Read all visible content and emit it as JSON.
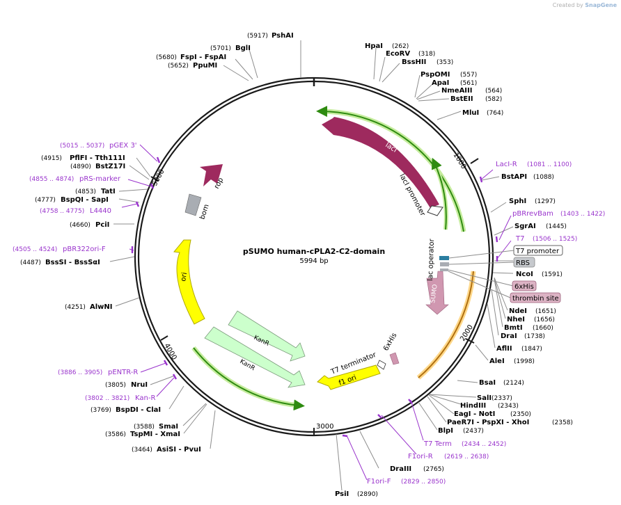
{
  "watermark": {
    "prefix": "Created by",
    "brand": "SnapGene"
  },
  "plasmid": {
    "name": "pSUMO human-cPLA2-C2-domain",
    "length": "5994 bp"
  },
  "ticks": [
    "1000",
    "2000",
    "3000",
    "4000",
    "5000"
  ],
  "features": {
    "lacI": "lacI",
    "lacI_promoter": "lacI promoter",
    "lac_operator": "lac operator",
    "sumo": "SUMO",
    "rop": "rop",
    "bom": "bom",
    "ori": "ori",
    "kanr_1": "KanR",
    "kanr_2": "KanR",
    "t7_terminator": "T7 terminator",
    "his_tag": "6xHis",
    "f1_ori": "f1 ori"
  },
  "tags": {
    "t7_promoter": "T7 promoter",
    "rbs": "RBS",
    "his6": "6xHis",
    "thrombin": "thrombin site"
  },
  "sites": {
    "pshai": {
      "name": "PshAI",
      "pos": "(5917)"
    },
    "bgli": {
      "name": "BglI",
      "pos": "(5701)"
    },
    "fspi": {
      "name": "FspI  - FspAI",
      "pos": "(5680)"
    },
    "pumi": {
      "name": "PpuMI",
      "pos": "(5652)"
    },
    "hpai": {
      "name": "HpaI",
      "pos": "(262)"
    },
    "ecorv": {
      "name": "EcoRV",
      "pos": "(318)"
    },
    "bsshii": {
      "name": "BssHII",
      "pos": "(353)"
    },
    "pspomi": {
      "name": "PspOMI",
      "pos": "(557)"
    },
    "apai": {
      "name": "ApaI",
      "pos": "(561)"
    },
    "nmeaiii": {
      "name": "NmeAIII",
      "pos": "(564)"
    },
    "bsteii": {
      "name": "BstEII",
      "pos": "(582)"
    },
    "mlui": {
      "name": "MluI",
      "pos": "(764)"
    },
    "bstapi": {
      "name": "BstAPI",
      "pos": "(1088)"
    },
    "sphi": {
      "name": "SphI",
      "pos": "(1297)"
    },
    "sgrai": {
      "name": "SgrAI",
      "pos": "(1445)"
    },
    "ncoi": {
      "name": "NcoI",
      "pos": "(1591)"
    },
    "ndei": {
      "name": "NdeI",
      "pos": "(1651)"
    },
    "nhei": {
      "name": "NheI",
      "pos": "(1656)"
    },
    "bmti": {
      "name": "BmtI",
      "pos": "(1660)"
    },
    "drai": {
      "name": "DraI",
      "pos": "(1738)"
    },
    "aflii": {
      "name": "AflII",
      "pos": "(1847)"
    },
    "alei": {
      "name": "AleI",
      "pos": "(1998)"
    },
    "bsai": {
      "name": "BsaI",
      "pos": "(2124)"
    },
    "sali": {
      "name": "SalI",
      "pos": "(2337)"
    },
    "hindiii": {
      "name": "HindIII",
      "pos": "(2343)"
    },
    "eagi": {
      "name": "EagI  - NotI",
      "pos": "(2350)"
    },
    "paer7i": {
      "name": "PaeR7I  - PspXI  - XhoI",
      "pos": "(2358)"
    },
    "blpi": {
      "name": "BlpI",
      "pos": "(2437)"
    },
    "draiii": {
      "name": "DraIII",
      "pos": "(2765)"
    },
    "psii": {
      "name": "PsiI",
      "pos": "(2890)"
    },
    "pflfi": {
      "name": "PflFI  - Tth111I",
      "pos": "(4915)"
    },
    "bstz17i": {
      "name": "BstZ17I",
      "pos": "(4890)"
    },
    "tati": {
      "name": "TatI",
      "pos": "(4853)"
    },
    "bspqi": {
      "name": "BspQI  - SapI",
      "pos": "(4777)"
    },
    "pcii": {
      "name": "PciI",
      "pos": "(4660)"
    },
    "bssSi": {
      "name": "BssSI  - BssSαI",
      "pos": "(4487)"
    },
    "alwni": {
      "name": "AlwNI",
      "pos": "(4251)"
    },
    "prui": {
      "name": "NruI",
      "pos": "(3805)"
    },
    "bspdi": {
      "name": "BspDI  - ClaI",
      "pos": "(3769)"
    },
    "smai": {
      "name": "SmaI",
      "pos": "(3588)"
    },
    "tspmi": {
      "name": "TspMI  - XmaI",
      "pos": "(3586)"
    },
    "asisi": {
      "name": "AsiSI  - PvuI",
      "pos": "(3464)"
    }
  },
  "primers": {
    "lacir": {
      "name": "LacI-R",
      "range": "(1081 .. 1100)"
    },
    "pbrrevbam": {
      "name": "pBRrevBam",
      "range": "(1403 .. 1422)"
    },
    "t7": {
      "name": "T7",
      "range": "(1506 .. 1525)"
    },
    "t7term": {
      "name": "T7 Term",
      "range": "(2434 .. 2452)"
    },
    "f1orir": {
      "name": "F1ori-R",
      "range": "(2619 .. 2638)"
    },
    "f1orif": {
      "name": "F1ori-F",
      "range": "(2829 .. 2850)"
    },
    "pgex3": {
      "name": "pGEX 3'",
      "range": "(5015 .. 5037)"
    },
    "prsmarker": {
      "name": "pRS-marker",
      "range": "(4855 .. 4874)"
    },
    "l4440": {
      "name": "L4440",
      "range": "(4758 .. 4775)"
    },
    "pbr322orif": {
      "name": "pBR322ori-F",
      "range": "(4505 .. 4524)"
    },
    "pentrr": {
      "name": "pENTR-R",
      "range": "(3886 .. 3905)"
    },
    "kanr_p": {
      "name": "Kan-R",
      "range": "(3802 .. 3821)"
    }
  },
  "colors": {
    "backbone": "#1a1a1a",
    "lacI": "#9e2a5e",
    "rop": "#9e2a5e",
    "bom": "#a9adb3",
    "ori": "#ffff00",
    "kanr": "#ccffcc",
    "f1ori": "#ffff00",
    "sumo": "#d097b0",
    "primer": "#9933cc",
    "primer_text": "#9933cc",
    "orf_green": "#2e8b10",
    "orf_green_glow": "#c6ec9e",
    "orf_orange": "#b07010",
    "orf_orange_glow": "#ffd88a",
    "site_line": "#8c8c8c"
  }
}
